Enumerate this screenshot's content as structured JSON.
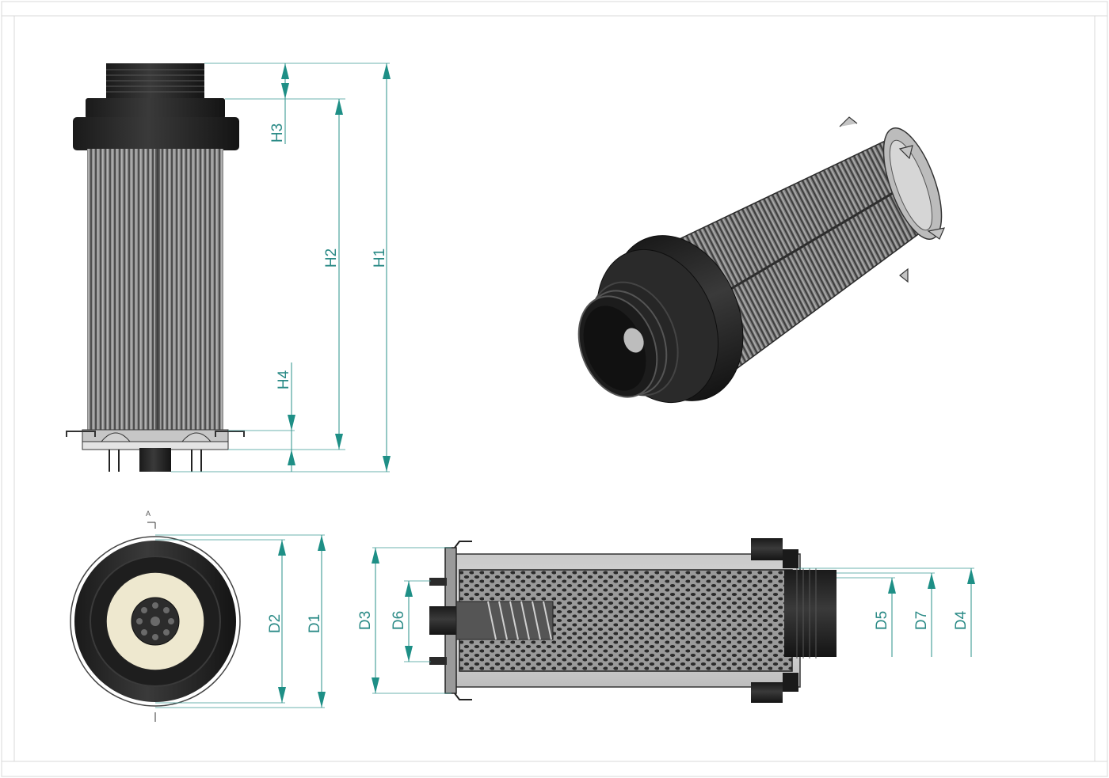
{
  "drawing": {
    "dimensions": {
      "h1": "H1",
      "h2": "H2",
      "h3": "H3",
      "h4": "H4",
      "d1": "D1",
      "d2": "D2",
      "d3": "D3",
      "d4": "D4",
      "d5": "D5",
      "d6": "D6",
      "d7": "D7"
    },
    "section_marker": "A"
  },
  "colors": {
    "dimension_line": "#3c9a94",
    "dimension_arrow": "#1e8f86",
    "dimension_text": "#2a8a86",
    "rubber_black": "#1c1c1c",
    "element_gray": "#7a7a7a",
    "filter_face": "#eee8cf"
  }
}
